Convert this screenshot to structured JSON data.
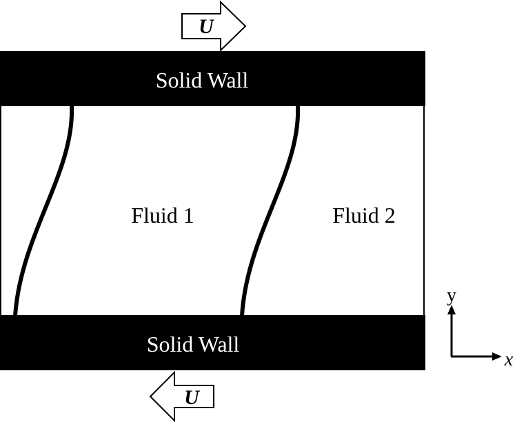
{
  "walls": {
    "top_label": "Solid Wall",
    "bottom_label": "Solid Wall"
  },
  "fluids": {
    "fluid_1_label": "Fluid 1",
    "fluid_2_label": "Fluid 2"
  },
  "velocity": {
    "top_label": "U",
    "bottom_label": "U"
  },
  "axes": {
    "y_label": "y",
    "x_label": "x"
  },
  "colors": {
    "wall": "#000000",
    "fluid": "#ffffff",
    "interface": "#000000",
    "arrow_fill": "#ffffff",
    "arrow_stroke": "#000000"
  }
}
